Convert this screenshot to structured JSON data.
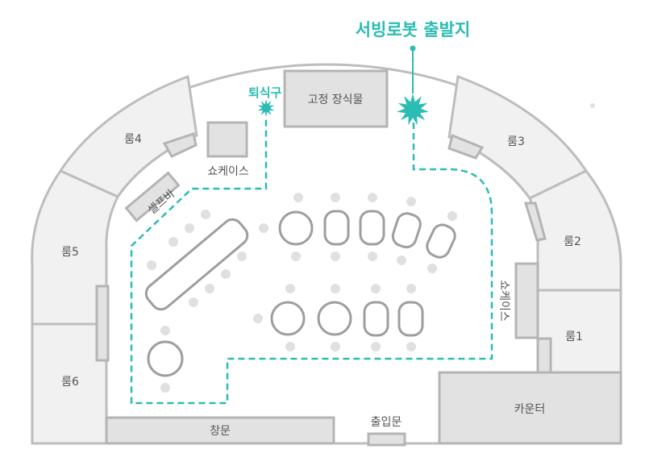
{
  "colors": {
    "accent": "#2bbcb3",
    "wall": "#bdbdbd",
    "room": "#f1f1f1",
    "fixture": "#e2e2e2",
    "label": "#555555"
  },
  "callouts": {
    "robot_start": "서빙로봇 출발지",
    "return_point": "퇴식구"
  },
  "fixtures": {
    "fixed_structure": "고정 장식물",
    "showcase_top": "쇼케이스",
    "showcase_right": "쇼케이스",
    "self_bar": "셀프바",
    "counter": "카운터",
    "window_door": "창문",
    "entrance": "출입문"
  },
  "rooms": {
    "room1": "룸1",
    "room2": "룸2",
    "room3": "룸3",
    "room4": "룸4",
    "room5": "룸5",
    "room6": "룸6"
  },
  "icons": {
    "start": "starburst-icon",
    "return": "starburst-icon",
    "pin": "pin-dot-icon"
  }
}
